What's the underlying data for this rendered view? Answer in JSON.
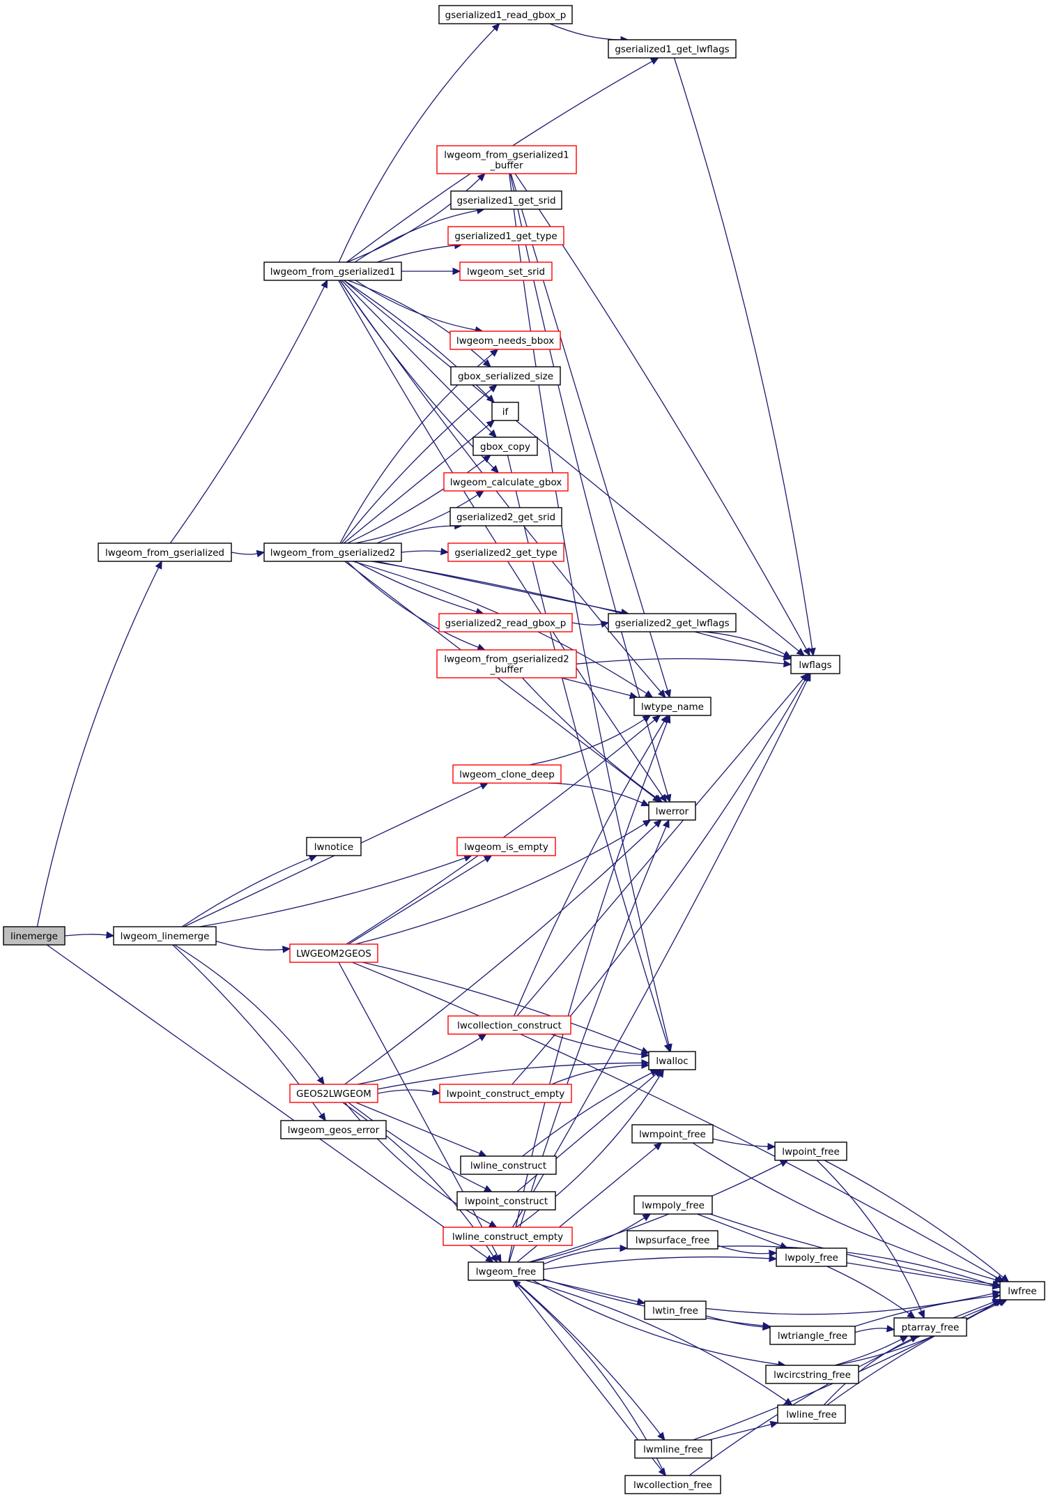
{
  "diagram": {
    "type": "call-graph",
    "edge_color": "#191970",
    "node_border_default": "#000000",
    "node_border_truncated": "#ff0000",
    "root_fill": "#bfbfbf",
    "nodes": [
      {
        "id": "linemerge",
        "label": [
          "linemerge"
        ],
        "root": true
      },
      {
        "id": "lwgeom_from_gserialized",
        "label": [
          "lwgeom_from_gserialized"
        ]
      },
      {
        "id": "lwgeom_linemerge",
        "label": [
          "lwgeom_linemerge"
        ]
      },
      {
        "id": "lwgeom_from_gserialized1",
        "label": [
          "lwgeom_from_gserialized1"
        ]
      },
      {
        "id": "lwgeom_from_gserialized2",
        "label": [
          "lwgeom_from_gserialized2"
        ]
      },
      {
        "id": "gserialized1_read_gbox_p",
        "label": [
          "gserialized1_read_gbox_p"
        ]
      },
      {
        "id": "gserialized1_get_lwflags",
        "label": [
          "gserialized1_get_lwflags"
        ]
      },
      {
        "id": "lwgeom_from_gserialized1_buffer",
        "label": [
          "lwgeom_from_gserialized1",
          "_buffer"
        ],
        "red": true
      },
      {
        "id": "gserialized1_get_srid",
        "label": [
          "gserialized1_get_srid"
        ]
      },
      {
        "id": "gserialized1_get_type",
        "label": [
          "gserialized1_get_type"
        ],
        "red": true
      },
      {
        "id": "lwgeom_set_srid",
        "label": [
          "lwgeom_set_srid"
        ],
        "red": true
      },
      {
        "id": "lwgeom_needs_bbox",
        "label": [
          "lwgeom_needs_bbox"
        ],
        "red": true
      },
      {
        "id": "gbox_serialized_size",
        "label": [
          "gbox_serialized_size"
        ]
      },
      {
        "id": "if",
        "label": [
          "if"
        ]
      },
      {
        "id": "gbox_copy",
        "label": [
          "gbox_copy"
        ]
      },
      {
        "id": "lwgeom_calculate_gbox",
        "label": [
          "lwgeom_calculate_gbox"
        ],
        "red": true
      },
      {
        "id": "gserialized2_get_srid",
        "label": [
          "gserialized2_get_srid"
        ]
      },
      {
        "id": "gserialized2_get_type",
        "label": [
          "gserialized2_get_type"
        ],
        "red": true
      },
      {
        "id": "gserialized2_read_gbox_p",
        "label": [
          "gserialized2_read_gbox_p"
        ],
        "red": true
      },
      {
        "id": "gserialized2_get_lwflags",
        "label": [
          "gserialized2_get_lwflags"
        ]
      },
      {
        "id": "lwgeom_from_gserialized2_buffer",
        "label": [
          "lwgeom_from_gserialized2",
          "_buffer"
        ],
        "red": true
      },
      {
        "id": "lwflags",
        "label": [
          "lwflags"
        ]
      },
      {
        "id": "lwtype_name",
        "label": [
          "lwtype_name"
        ]
      },
      {
        "id": "lwgeom_clone_deep",
        "label": [
          "lwgeom_clone_deep"
        ],
        "red": true
      },
      {
        "id": "lwerror",
        "label": [
          "lwerror"
        ]
      },
      {
        "id": "lwnotice",
        "label": [
          "lwnotice"
        ]
      },
      {
        "id": "lwgeom_is_empty",
        "label": [
          "lwgeom_is_empty"
        ],
        "red": true
      },
      {
        "id": "LWGEOM2GEOS",
        "label": [
          "LWGEOM2GEOS"
        ],
        "red": true
      },
      {
        "id": "lwcollection_construct",
        "label": [
          "lwcollection_construct"
        ],
        "red": true
      },
      {
        "id": "lwalloc",
        "label": [
          "lwalloc"
        ]
      },
      {
        "id": "GEOS2LWGEOM",
        "label": [
          "GEOS2LWGEOM"
        ],
        "red": true
      },
      {
        "id": "lwpoint_construct_empty",
        "label": [
          "lwpoint_construct_empty"
        ],
        "red": true
      },
      {
        "id": "lwgeom_geos_error",
        "label": [
          "lwgeom_geos_error"
        ]
      },
      {
        "id": "lwline_construct",
        "label": [
          "lwline_construct"
        ]
      },
      {
        "id": "lwpoint_construct",
        "label": [
          "lwpoint_construct"
        ]
      },
      {
        "id": "lwline_construct_empty",
        "label": [
          "lwline_construct_empty"
        ],
        "red": true
      },
      {
        "id": "lwgeom_free",
        "label": [
          "lwgeom_free"
        ]
      },
      {
        "id": "lwmpoint_free",
        "label": [
          "lwmpoint_free"
        ]
      },
      {
        "id": "lwpoint_free",
        "label": [
          "lwpoint_free"
        ]
      },
      {
        "id": "lwmpoly_free",
        "label": [
          "lwmpoly_free"
        ]
      },
      {
        "id": "lwpsurface_free",
        "label": [
          "lwpsurface_free"
        ]
      },
      {
        "id": "lwpoly_free",
        "label": [
          "lwpoly_free"
        ]
      },
      {
        "id": "lwfree",
        "label": [
          "lwfree"
        ]
      },
      {
        "id": "lwtin_free",
        "label": [
          "lwtin_free"
        ]
      },
      {
        "id": "lwtriangle_free",
        "label": [
          "lwtriangle_free"
        ]
      },
      {
        "id": "ptarray_free",
        "label": [
          "ptarray_free"
        ]
      },
      {
        "id": "lwcircstring_free",
        "label": [
          "lwcircstring_free"
        ]
      },
      {
        "id": "lwline_free",
        "label": [
          "lwline_free"
        ]
      },
      {
        "id": "lwmline_free",
        "label": [
          "lwmline_free"
        ]
      },
      {
        "id": "lwcollection_free",
        "label": [
          "lwcollection_free"
        ]
      }
    ],
    "edges": [
      [
        "linemerge",
        "lwgeom_from_gserialized"
      ],
      [
        "linemerge",
        "lwgeom_linemerge"
      ],
      [
        "linemerge",
        "lwgeom_free"
      ],
      [
        "lwgeom_from_gserialized",
        "lwgeom_from_gserialized1"
      ],
      [
        "lwgeom_from_gserialized",
        "lwgeom_from_gserialized2"
      ],
      [
        "lwgeom_from_gserialized1",
        "gserialized1_read_gbox_p"
      ],
      [
        "lwgeom_from_gserialized1",
        "gserialized1_get_lwflags"
      ],
      [
        "lwgeom_from_gserialized1",
        "lwflags"
      ],
      [
        "lwgeom_from_gserialized1",
        "lwtype_name"
      ],
      [
        "lwgeom_from_gserialized1",
        "lwgeom_from_gserialized1_buffer"
      ],
      [
        "lwgeom_from_gserialized1",
        "gserialized1_get_srid"
      ],
      [
        "lwgeom_from_gserialized1",
        "gserialized1_get_type"
      ],
      [
        "lwgeom_from_gserialized1",
        "lwgeom_set_srid"
      ],
      [
        "lwgeom_from_gserialized1",
        "lwerror"
      ],
      [
        "lwgeom_from_gserialized1",
        "lwgeom_needs_bbox"
      ],
      [
        "lwgeom_from_gserialized1",
        "gbox_serialized_size"
      ],
      [
        "lwgeom_from_gserialized1",
        "if"
      ],
      [
        "lwgeom_from_gserialized1",
        "gbox_copy"
      ],
      [
        "lwgeom_from_gserialized1",
        "lwgeom_calculate_gbox"
      ],
      [
        "gserialized1_read_gbox_p",
        "gserialized1_get_lwflags"
      ],
      [
        "gserialized1_get_lwflags",
        "lwflags"
      ],
      [
        "lwgeom_from_gserialized1_buffer",
        "lwflags"
      ],
      [
        "lwgeom_from_gserialized1_buffer",
        "lwtype_name"
      ],
      [
        "lwgeom_from_gserialized1_buffer",
        "lwerror"
      ],
      [
        "lwgeom_from_gserialized1_buffer",
        "lwalloc"
      ],
      [
        "lwgeom_from_gserialized2",
        "lwgeom_needs_bbox"
      ],
      [
        "lwgeom_from_gserialized2",
        "gbox_serialized_size"
      ],
      [
        "lwgeom_from_gserialized2",
        "if"
      ],
      [
        "lwgeom_from_gserialized2",
        "gbox_copy"
      ],
      [
        "lwgeom_from_gserialized2",
        "lwgeom_calculate_gbox"
      ],
      [
        "lwgeom_from_gserialized2",
        "gserialized2_get_srid"
      ],
      [
        "lwgeom_from_gserialized2",
        "gserialized2_get_type"
      ],
      [
        "lwgeom_from_gserialized2",
        "gserialized2_get_lwflags"
      ],
      [
        "lwgeom_from_gserialized2",
        "gserialized2_read_gbox_p"
      ],
      [
        "lwgeom_from_gserialized2",
        "lwgeom_from_gserialized2_buffer"
      ],
      [
        "lwgeom_from_gserialized2",
        "lwtype_name"
      ],
      [
        "lwgeom_from_gserialized2",
        "lwflags"
      ],
      [
        "lwgeom_from_gserialized2",
        "lwerror"
      ],
      [
        "gbox_copy",
        "lwalloc"
      ],
      [
        "gserialized2_read_gbox_p",
        "gserialized2_get_lwflags"
      ],
      [
        "gserialized2_get_lwflags",
        "lwflags"
      ],
      [
        "lwgeom_from_gserialized2_buffer",
        "lwflags"
      ],
      [
        "lwgeom_from_gserialized2_buffer",
        "lwtype_name"
      ],
      [
        "lwgeom_from_gserialized2_buffer",
        "lwerror"
      ],
      [
        "lwgeom_clone_deep",
        "lwtype_name"
      ],
      [
        "lwgeom_clone_deep",
        "lwerror"
      ],
      [
        "lwgeom_linemerge",
        "lwnotice"
      ],
      [
        "lwgeom_linemerge",
        "lwgeom_clone_deep"
      ],
      [
        "lwgeom_linemerge",
        "lwgeom_is_empty"
      ],
      [
        "lwgeom_linemerge",
        "LWGEOM2GEOS"
      ],
      [
        "lwgeom_linemerge",
        "GEOS2LWGEOM"
      ],
      [
        "lwgeom_linemerge",
        "lwgeom_geos_error"
      ],
      [
        "LWGEOM2GEOS",
        "lwgeom_is_empty"
      ],
      [
        "LWGEOM2GEOS",
        "lwtype_name"
      ],
      [
        "LWGEOM2GEOS",
        "lwerror"
      ],
      [
        "LWGEOM2GEOS",
        "lwfree"
      ],
      [
        "LWGEOM2GEOS",
        "lwalloc"
      ],
      [
        "LWGEOM2GEOS",
        "lwgeom_free"
      ],
      [
        "GEOS2LWGEOM",
        "lwerror"
      ],
      [
        "GEOS2LWGEOM",
        "lwcollection_construct"
      ],
      [
        "GEOS2LWGEOM",
        "lwpoint_construct_empty"
      ],
      [
        "GEOS2LWGEOM",
        "lwalloc"
      ],
      [
        "GEOS2LWGEOM",
        "lwline_construct"
      ],
      [
        "GEOS2LWGEOM",
        "lwpoint_construct"
      ],
      [
        "GEOS2LWGEOM",
        "lwline_construct_empty"
      ],
      [
        "GEOS2LWGEOM",
        "lwgeom_free"
      ],
      [
        "lwcollection_construct",
        "lwtype_name"
      ],
      [
        "lwcollection_construct",
        "lwflags"
      ],
      [
        "lwcollection_construct",
        "lwalloc"
      ],
      [
        "lwpoint_construct_empty",
        "lwflags"
      ],
      [
        "lwpoint_construct_empty",
        "lwalloc"
      ],
      [
        "lwline_construct",
        "lwalloc"
      ],
      [
        "lwpoint_construct",
        "lwalloc"
      ],
      [
        "lwline_construct_empty",
        "lwflags"
      ],
      [
        "lwline_construct_empty",
        "lwalloc"
      ],
      [
        "lwgeom_free",
        "lwtype_name"
      ],
      [
        "lwgeom_free",
        "lwerror"
      ],
      [
        "lwgeom_free",
        "lwmpoint_free"
      ],
      [
        "lwgeom_free",
        "lwpoint_free"
      ],
      [
        "lwgeom_free",
        "lwmpoly_free"
      ],
      [
        "lwgeom_free",
        "lwpsurface_free"
      ],
      [
        "lwgeom_free",
        "lwpoly_free"
      ],
      [
        "lwgeom_free",
        "lwtin_free"
      ],
      [
        "lwgeom_free",
        "lwtriangle_free"
      ],
      [
        "lwgeom_free",
        "lwcircstring_free"
      ],
      [
        "lwgeom_free",
        "lwline_free"
      ],
      [
        "lwgeom_free",
        "lwmline_free"
      ],
      [
        "lwgeom_free",
        "lwcollection_free"
      ],
      [
        "lwmpoint_free",
        "lwpoint_free"
      ],
      [
        "lwmpoint_free",
        "lwfree"
      ],
      [
        "lwpoint_free",
        "ptarray_free"
      ],
      [
        "lwpoint_free",
        "lwfree"
      ],
      [
        "lwmpoly_free",
        "lwpoly_free"
      ],
      [
        "lwmpoly_free",
        "lwfree"
      ],
      [
        "lwpsurface_free",
        "lwpoly_free"
      ],
      [
        "lwpsurface_free",
        "lwfree"
      ],
      [
        "lwpoly_free",
        "ptarray_free"
      ],
      [
        "lwpoly_free",
        "lwfree"
      ],
      [
        "lwtin_free",
        "lwtriangle_free"
      ],
      [
        "lwtin_free",
        "lwfree"
      ],
      [
        "lwtriangle_free",
        "ptarray_free"
      ],
      [
        "lwtriangle_free",
        "lwfree"
      ],
      [
        "ptarray_free",
        "lwfree"
      ],
      [
        "lwcircstring_free",
        "ptarray_free"
      ],
      [
        "lwcircstring_free",
        "lwfree"
      ],
      [
        "lwline_free",
        "ptarray_free"
      ],
      [
        "lwline_free",
        "lwfree"
      ],
      [
        "lwmline_free",
        "lwline_free"
      ],
      [
        "lwmline_free",
        "lwfree"
      ],
      [
        "lwcollection_free",
        "lwgeom_free"
      ],
      [
        "lwcollection_free",
        "lwfree"
      ]
    ]
  }
}
